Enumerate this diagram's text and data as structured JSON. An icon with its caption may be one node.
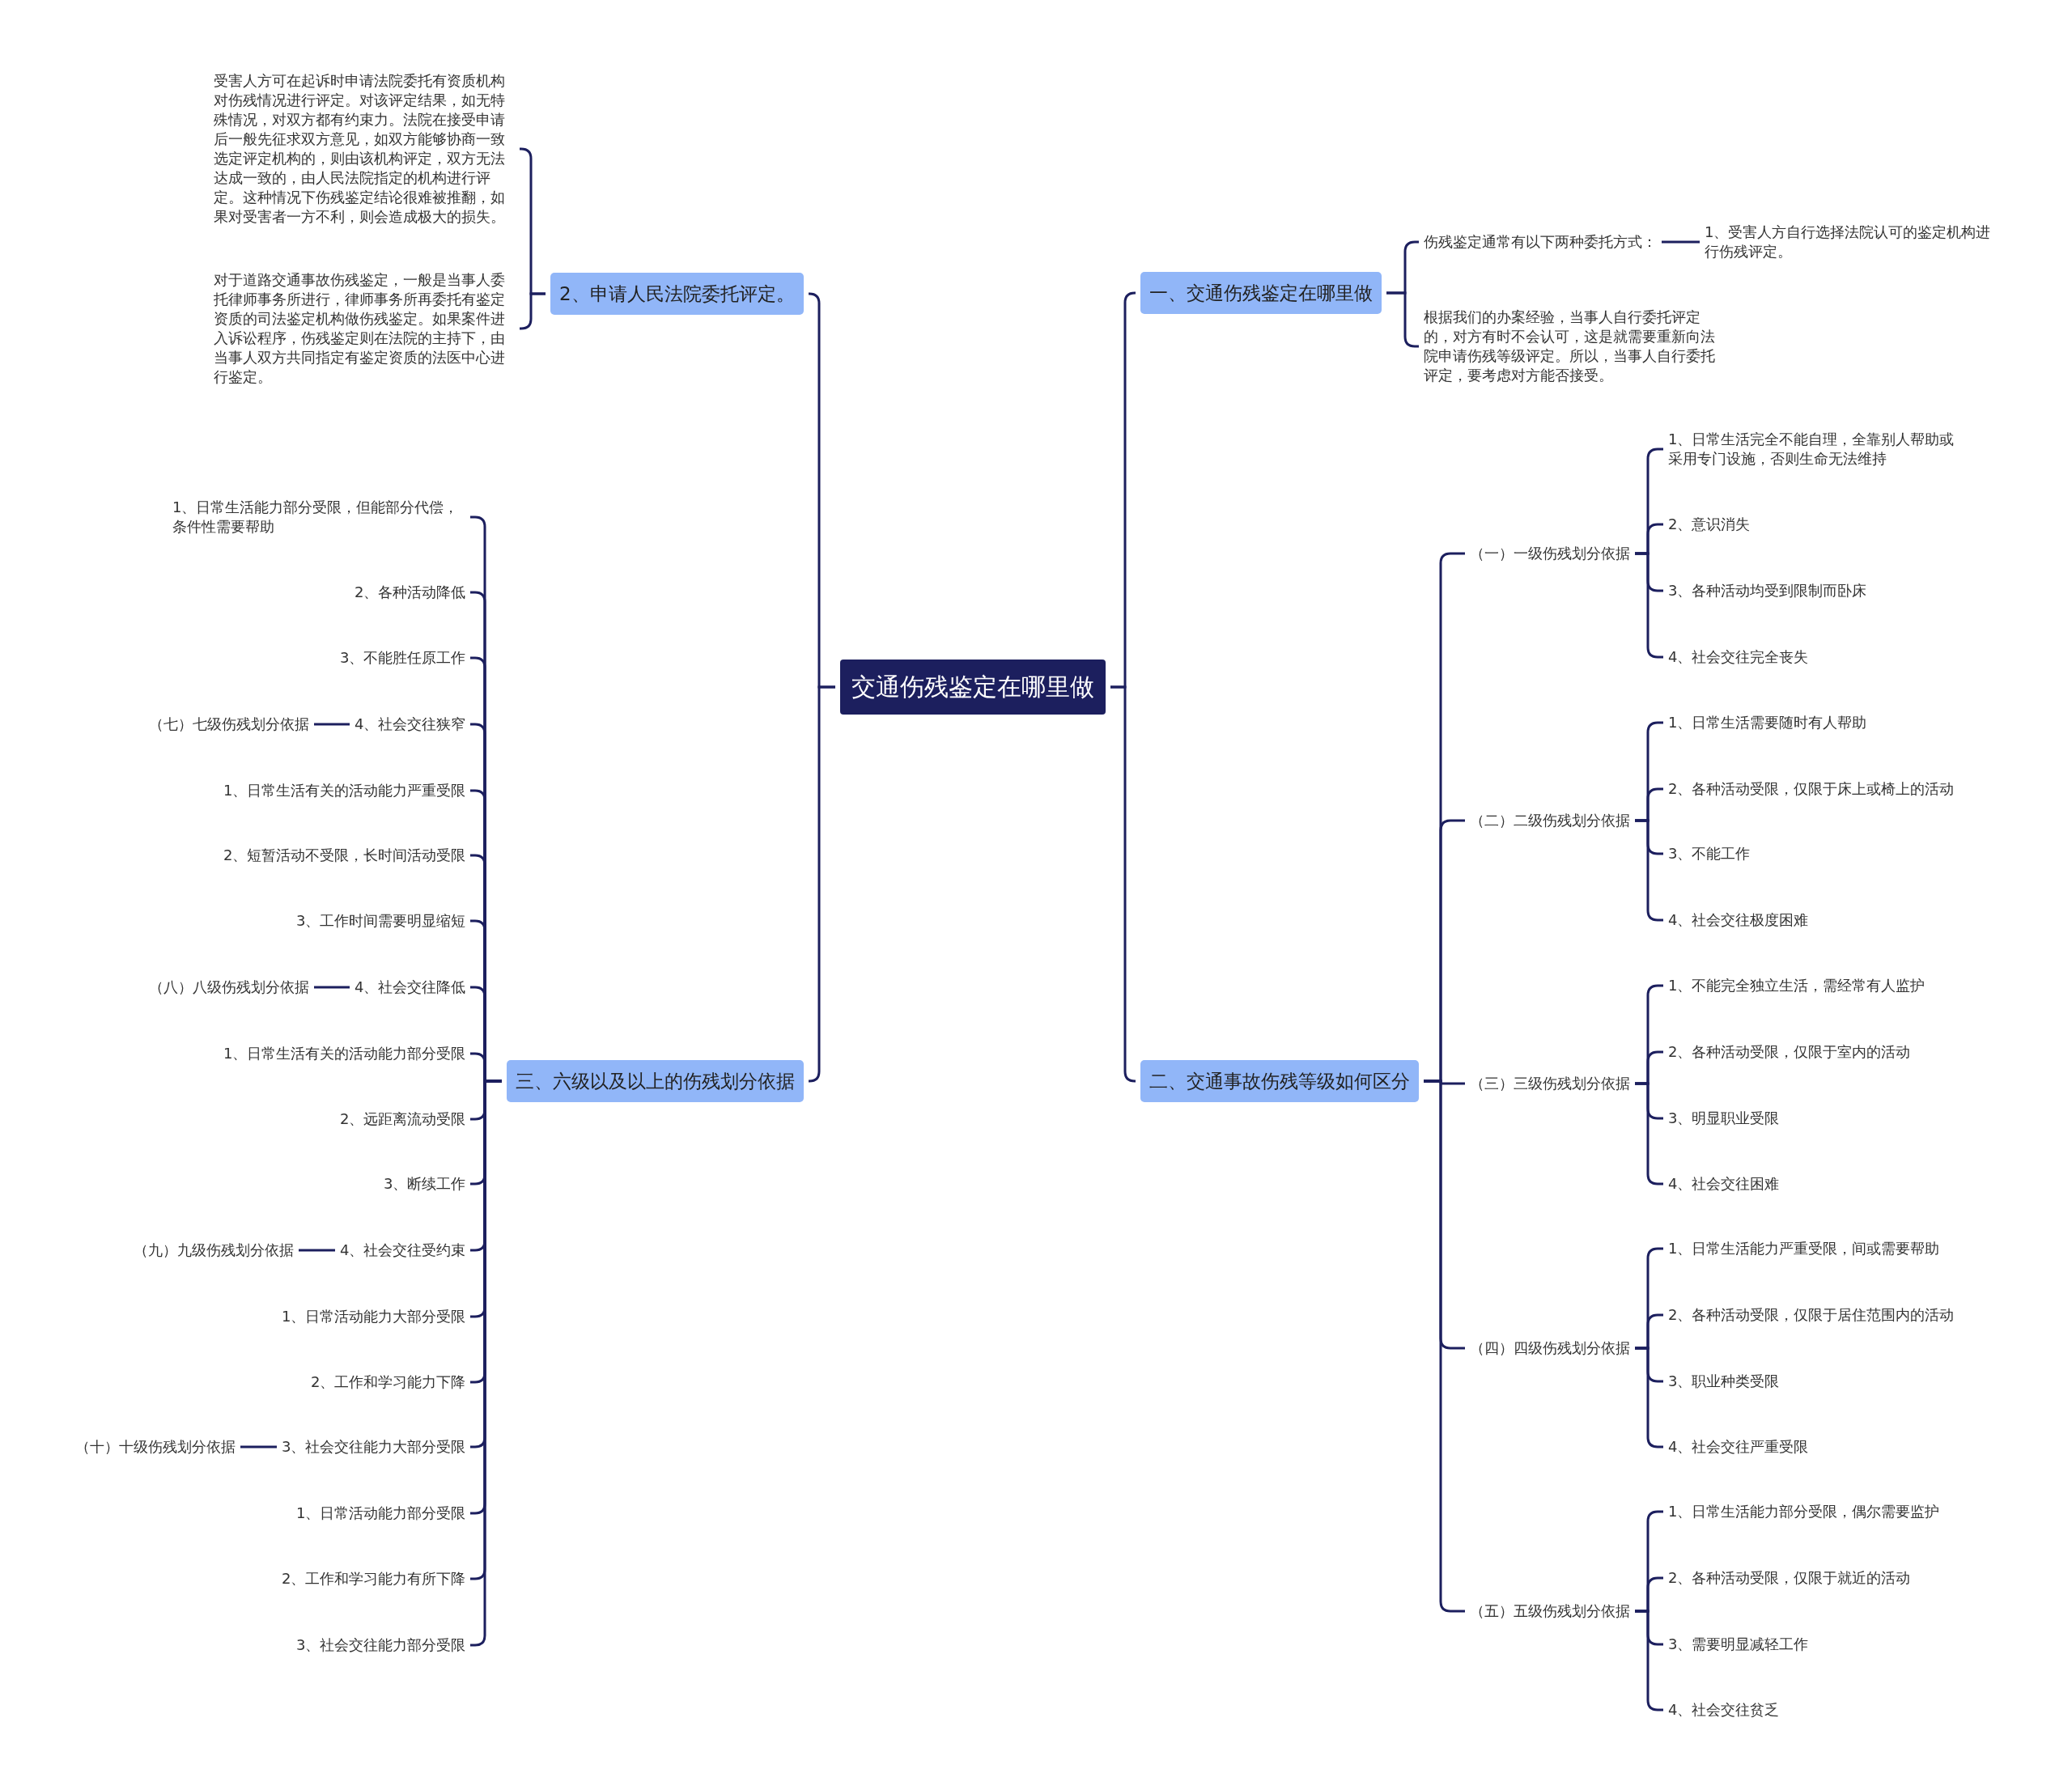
{
  "diagram": {
    "nodes": [
      {
        "text": [
          "交通伤残鉴定在哪里做"
        ]
      },
      {
        "text": [
          "一、交通伤残鉴定在哪里做"
        ]
      },
      {
        "text": [
          "伤残鉴定通常有以下两种委托方式："
        ]
      },
      {
        "text": [
          "1、受害人方自行选择法院认可的鉴定机构进行伤残评定。"
        ]
      },
      {
        "text": [
          "根据我们的办案经验，当事人自行委托评定的，对方有时不会认可，这是就需要重新向法院申请伤残等级评定。所以，当事人自行委托评定，要考虑对方能否接受。"
        ]
      },
      {
        "text": [
          "二、交通事故伤残等级如何区分"
        ]
      },
      {
        "text": [
          "（一）一级伤残划分依据"
        ]
      },
      {
        "text": [
          "1、日常生活完全不能自理，全靠别人帮助或采用专门设施，否则生命无法维持"
        ]
      },
      {
        "text": [
          "2、意识消失"
        ]
      },
      {
        "text": [
          "3、各种活动均受到限制而卧床"
        ]
      },
      {
        "text": [
          "4、社会交往完全丧失"
        ]
      },
      {
        "text": [
          "（二）二级伤残划分依据"
        ]
      },
      {
        "text": [
          "1、日常生活需要随时有人帮助"
        ]
      },
      {
        "text": [
          "2、各种活动受限，仅限于床上或椅上的活动"
        ]
      },
      {
        "text": [
          "3、不能工作"
        ]
      },
      {
        "text": [
          "4、社会交往极度困难"
        ]
      },
      {
        "text": [
          "（三）三级伤残划分依据"
        ]
      },
      {
        "text": [
          "1、不能完全独立生活，需经常有人监护"
        ]
      },
      {
        "text": [
          "2、各种活动受限，仅限于室内的活动"
        ]
      },
      {
        "text": [
          "3、明显职业受限"
        ]
      },
      {
        "text": [
          "4、社会交往困难"
        ]
      },
      {
        "text": [
          "（四）四级伤残划分依据"
        ]
      },
      {
        "text": [
          "1、日常生活能力严重受限，间或需要帮助"
        ]
      },
      {
        "text": [
          "2、各种活动受限，仅限于居住范围内的活动"
        ]
      },
      {
        "text": [
          "3、职业种类受限"
        ]
      },
      {
        "text": [
          "4、社会交往严重受限"
        ]
      },
      {
        "text": [
          "（五）五级伤残划分依据"
        ]
      },
      {
        "text": [
          "1、日常生活能力部分受限，偶尔需要监护"
        ]
      },
      {
        "text": [
          "2、各种活动受限，仅限于就近的活动"
        ]
      },
      {
        "text": [
          "3、需要明显减轻工作"
        ]
      },
      {
        "text": [
          "4、社会交往贫乏"
        ]
      },
      {
        "text": [
          "2、申请人民法院委托评定。"
        ]
      },
      {
        "text": [
          "受害人方可在起诉时申请法院委托有资质机构对伤残情况进行评定。对该评定结果，如无特殊情况，对双方都有约束力。法院在接受申请后一般先征求双方意见，如双方能够协商一致选定评定机构的，则由该机构评定，双方无法达成一致的，由人民法院指定的机构进行评定。这种情况下伤残鉴定结论很难被推翻，如果对受害者一方不利，则会造成极大的损失。"
        ]
      },
      {
        "text": [
          "对于道路交通事故伤残鉴定，一般是当事人委托律师事务所进行，律师事务所再委托有鉴定资质的司法鉴定机构做伤残鉴定。如果案件进入诉讼程序，伤残鉴定则在法院的主持下，由当事人双方共同指定有鉴定资质的法医中心进行鉴定。"
        ]
      },
      {
        "text": [
          "三、六级以及以上的伤残划分依据"
        ]
      },
      {
        "text": [
          "1、日常生活能力部分受限，但能部分代偿，条件性需要帮助"
        ]
      },
      {
        "text": [
          "2、各种活动降低"
        ]
      },
      {
        "text": [
          "3、不能胜任原工作"
        ]
      },
      {
        "text": [
          "4、社会交往狭窄"
        ]
      },
      {
        "text": [
          "（七）七级伤残划分依据"
        ]
      },
      {
        "text": [
          "1、日常生活有关的活动能力严重受限"
        ]
      },
      {
        "text": [
          "2、短暂活动不受限，长时间活动受限"
        ]
      },
      {
        "text": [
          "3、工作时间需要明显缩短"
        ]
      },
      {
        "text": [
          "4、社会交往降低"
        ]
      },
      {
        "text": [
          "（八）八级伤残划分依据"
        ]
      },
      {
        "text": [
          "1、日常生活有关的活动能力部分受限"
        ]
      },
      {
        "text": [
          "2、远距离流动受限"
        ]
      },
      {
        "text": [
          "3、断续工作"
        ]
      },
      {
        "text": [
          "4、社会交往受约束"
        ]
      },
      {
        "text": [
          "（九）九级伤残划分依据"
        ]
      },
      {
        "text": [
          "1、日常活动能力大部分受限"
        ]
      },
      {
        "text": [
          "2、工作和学习能力下降"
        ]
      },
      {
        "text": [
          "3、社会交往能力大部分受限"
        ]
      },
      {
        "text": [
          "（十）十级伤残划分依据"
        ]
      },
      {
        "text": [
          "1、日常活动能力部分受限"
        ]
      },
      {
        "text": [
          "2、工作和学习能力有所下降"
        ]
      },
      {
        "text": [
          "3、社会交往能力部分受限"
        ]
      }
    ],
    "edges": [
      {
        "from": 0,
        "to": 1,
        "arrow": "none"
      },
      {
        "from": 1,
        "to": 2,
        "arrow": "none"
      },
      {
        "from": 2,
        "to": 3,
        "arrow": "none"
      },
      {
        "from": 1,
        "to": 4,
        "arrow": "none"
      },
      {
        "from": 0,
        "to": 5,
        "arrow": "none"
      },
      {
        "from": 5,
        "to": 6,
        "arrow": "none"
      },
      {
        "from": 6,
        "to": 7,
        "arrow": "none"
      },
      {
        "from": 6,
        "to": 8,
        "arrow": "none"
      },
      {
        "from": 6,
        "to": 9,
        "arrow": "none"
      },
      {
        "from": 6,
        "to": 10,
        "arrow": "none"
      },
      {
        "from": 5,
        "to": 11,
        "arrow": "none"
      },
      {
        "from": 11,
        "to": 12,
        "arrow": "none"
      },
      {
        "from": 11,
        "to": 13,
        "arrow": "none"
      },
      {
        "from": 11,
        "to": 14,
        "arrow": "none"
      },
      {
        "from": 11,
        "to": 15,
        "arrow": "none"
      },
      {
        "from": 5,
        "to": 16,
        "arrow": "none"
      },
      {
        "from": 16,
        "to": 17,
        "arrow": "none"
      },
      {
        "from": 16,
        "to": 18,
        "arrow": "none"
      },
      {
        "from": 16,
        "to": 19,
        "arrow": "none"
      },
      {
        "from": 16,
        "to": 20,
        "arrow": "none"
      },
      {
        "from": 5,
        "to": 21,
        "arrow": "none"
      },
      {
        "from": 21,
        "to": 22,
        "arrow": "none"
      },
      {
        "from": 21,
        "to": 23,
        "arrow": "none"
      },
      {
        "from": 21,
        "to": 24,
        "arrow": "none"
      },
      {
        "from": 21,
        "to": 25,
        "arrow": "none"
      },
      {
        "from": 5,
        "to": 26,
        "arrow": "none"
      },
      {
        "from": 26,
        "to": 27,
        "arrow": "none"
      },
      {
        "from": 26,
        "to": 28,
        "arrow": "none"
      },
      {
        "from": 26,
        "to": 29,
        "arrow": "none"
      },
      {
        "from": 26,
        "to": 30,
        "arrow": "none"
      },
      {
        "from": 0,
        "to": 31,
        "arrow": "none"
      },
      {
        "from": 31,
        "to": 32,
        "arrow": "none"
      },
      {
        "from": 31,
        "to": 33,
        "arrow": "none"
      },
      {
        "from": 0,
        "to": 34,
        "arrow": "none"
      },
      {
        "from": 34,
        "to": 35,
        "arrow": "none"
      },
      {
        "from": 34,
        "to": 36,
        "arrow": "none"
      },
      {
        "from": 34,
        "to": 37,
        "arrow": "none"
      },
      {
        "from": 34,
        "to": 38,
        "arrow": "none"
      },
      {
        "from": 38,
        "to": 39,
        "arrow": "none"
      },
      {
        "from": 34,
        "to": 40,
        "arrow": "none"
      },
      {
        "from": 34,
        "to": 41,
        "arrow": "none"
      },
      {
        "from": 34,
        "to": 42,
        "arrow": "none"
      },
      {
        "from": 34,
        "to": 43,
        "arrow": "none"
      },
      {
        "from": 43,
        "to": 44,
        "arrow": "none"
      },
      {
        "from": 34,
        "to": 45,
        "arrow": "none"
      },
      {
        "from": 34,
        "to": 46,
        "arrow": "none"
      },
      {
        "from": 34,
        "to": 47,
        "arrow": "none"
      },
      {
        "from": 34,
        "to": 48,
        "arrow": "none"
      },
      {
        "from": 48,
        "to": 49,
        "arrow": "none"
      },
      {
        "from": 34,
        "to": 50,
        "arrow": "none"
      },
      {
        "from": 34,
        "to": 51,
        "arrow": "none"
      },
      {
        "from": 34,
        "to": 52,
        "arrow": "none"
      },
      {
        "from": 52,
        "to": 53,
        "arrow": "none"
      },
      {
        "from": 34,
        "to": 54,
        "arrow": "none"
      },
      {
        "from": 34,
        "to": 55,
        "arrow": "none"
      },
      {
        "from": 34,
        "to": 56,
        "arrow": "none"
      }
    ]
  }
}
